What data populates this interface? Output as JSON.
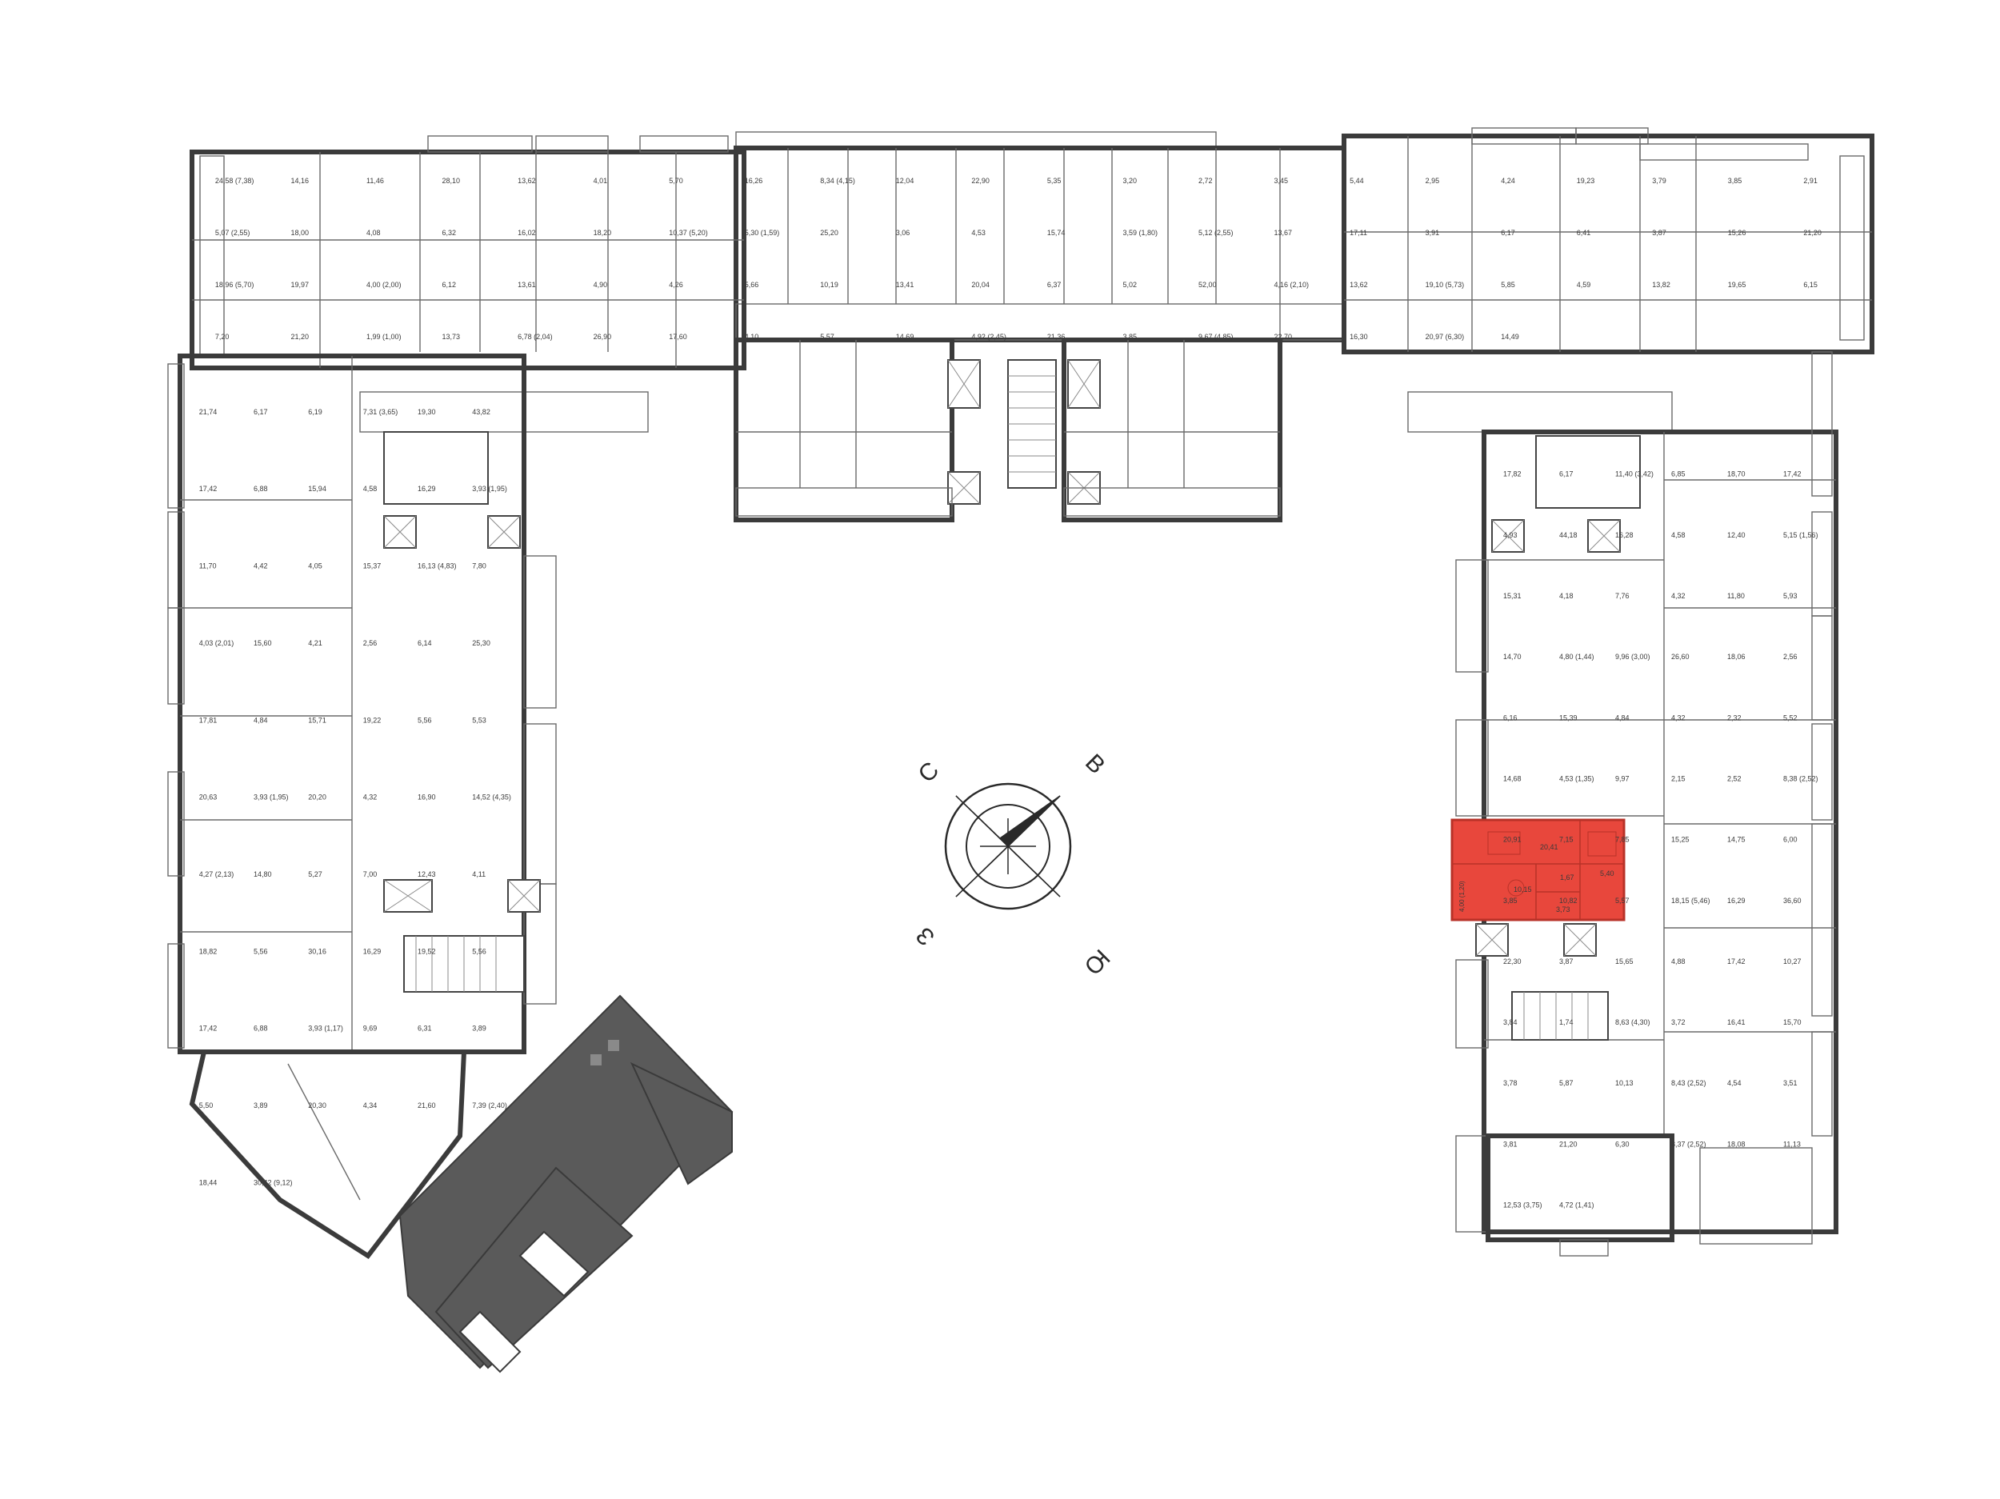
{
  "plan": {
    "highlight_color": "#e8473c",
    "wall_color": "#3b3b3b",
    "roof_color": "#5a5a5a",
    "compass": {
      "north": "С",
      "east": "В",
      "south": "Ю",
      "west": "З"
    },
    "highlighted_unit": {
      "labels": [
        "20,41",
        "10,15",
        "1,67",
        "5,40",
        "3,73",
        "4,00 (1,20)"
      ]
    },
    "room_labels_top": [
      "24,58 (7,38)",
      "14,16",
      "11,46",
      "28,10",
      "13,62",
      "4,01",
      "5,70",
      "16,26",
      "8,34 (4,15)",
      "12,04",
      "22,90",
      "5,35",
      "3,20",
      "2,72",
      "3,45",
      "5,44",
      "2,95",
      "4,24",
      "19,23",
      "3,79",
      "3,85",
      "2,91",
      "5,07 (2,55)",
      "18,00",
      "4,08",
      "6,32",
      "16,02",
      "18,20",
      "10,37 (5,20)",
      "5,30 (1,59)",
      "25,20",
      "3,06",
      "4,53",
      "15,74",
      "3,59 (1,80)",
      "5,12 (2,55)",
      "13,67",
      "17,11",
      "3,91",
      "6,17",
      "6,41",
      "3,87",
      "15,26",
      "21,20",
      "18,96 (5,70)",
      "19,97",
      "4,00 (2,00)",
      "6,12",
      "13,61",
      "4,90",
      "4,26",
      "5,66",
      "10,19",
      "13,41",
      "20,04",
      "6,37",
      "5,02",
      "52,00",
      "4,16 (2,10)",
      "13,62",
      "19,10 (5,73)",
      "5,85",
      "4,59",
      "13,82",
      "19,65",
      "6,15",
      "7,20",
      "21,20",
      "1,99 (1,00)",
      "13,73",
      "6,78 (2,04)",
      "26,90",
      "17,60",
      "4,10",
      "5,57",
      "14,69",
      "4,92 (2,45)",
      "21,36",
      "3,85",
      "9,67 (4,85)",
      "22,70",
      "16,30",
      "20,97 (6,30)",
      "14,49"
    ],
    "room_labels_left": [
      "21,74",
      "6,17",
      "6,19",
      "7,31 (3,65)",
      "19,30",
      "43,82",
      "17,42",
      "6,88",
      "15,94",
      "4,58",
      "16,29",
      "3,93 (1,95)",
      "11,70",
      "4,42",
      "4,05",
      "15,37",
      "16,13 (4,83)",
      "7,80",
      "4,03 (2,01)",
      "15,60",
      "4,21",
      "2,56",
      "6,14",
      "25,30",
      "17,81",
      "4,84",
      "15,71",
      "19,22",
      "5,56",
      "5,53",
      "20,63",
      "3,93 (1,95)",
      "20,20",
      "4,32",
      "16,90",
      "14,52 (4,35)",
      "4,27 (2,13)",
      "14,80",
      "5,27",
      "7,00",
      "12,43",
      "4,11",
      "18,82",
      "5,56",
      "30,16",
      "16,29",
      "19,52",
      "5,56",
      "17,42",
      "6,88",
      "3,93 (1,17)",
      "9,69",
      "6,31",
      "3,89",
      "5,50",
      "3,89",
      "20,30",
      "4,34",
      "21,60",
      "7,39 (2,40)",
      "18,44",
      "30,42 (9,12)"
    ],
    "room_labels_right": [
      "17,82",
      "6,17",
      "11,40 (3,42)",
      "6,85",
      "18,70",
      "17,42",
      "4,93",
      "44,18",
      "16,28",
      "4,58",
      "12,40",
      "5,15 (1,56)",
      "15,31",
      "4,18",
      "7,76",
      "4,32",
      "11,80",
      "5,93",
      "14,70",
      "4,80 (1,44)",
      "9,96 (3,00)",
      "26,60",
      "18,06",
      "2,56",
      "6,16",
      "15,39",
      "4,84",
      "4,32",
      "2,32",
      "5,52",
      "14,68",
      "4,53 (1,35)",
      "9,97",
      "2,15",
      "2,52",
      "8,38 (2,52)",
      "20,91",
      "7,15",
      "7,85",
      "15,25",
      "14,75",
      "6,00",
      "3,85",
      "10,82",
      "5,57",
      "18,15 (5,46)",
      "16,29",
      "36,60",
      "22,30",
      "3,87",
      "15,65",
      "4,88",
      "17,42",
      "10,27",
      "3,84",
      "1,74",
      "8,63 (4,30)",
      "3,72",
      "16,41",
      "15,70",
      "3,78",
      "5,87",
      "10,13",
      "8,43 (2,52)",
      "4,54",
      "3,51",
      "3,81",
      "21,20",
      "6,30",
      "8,37 (2,52)",
      "18,08",
      "11,13",
      "12,53 (3,75)",
      "4,72 (1,41)"
    ]
  }
}
